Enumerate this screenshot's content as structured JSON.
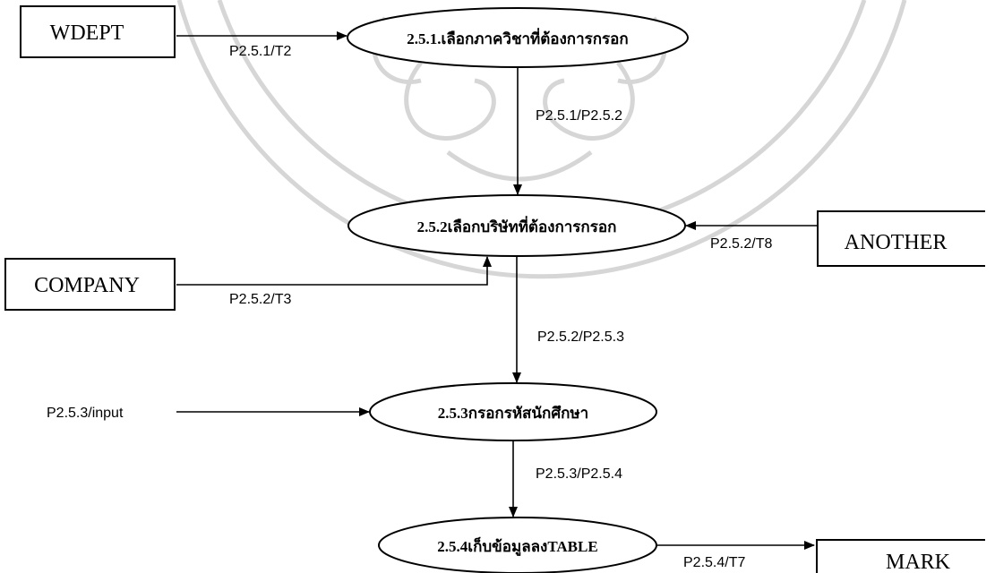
{
  "entities": {
    "wdept": "WDEPT",
    "company": "COMPANY",
    "another": "ANOTHER",
    "mark": "MARK"
  },
  "processes": {
    "p251": "2.5.1.เลือกภาควิชาที่ต้องการกรอก",
    "p252": "2.5.2เลือกบริษัทที่ต้องการกรอก",
    "p253": "2.5.3กรอกรหัสนักศึกษา",
    "p254": "2.5.4เก็บข้อมูลลงTABLE"
  },
  "flows": {
    "wdept_to_p251": "P2.5.1/T2",
    "p251_to_p252": "P2.5.1/P2.5.2",
    "another_to_p252": "P2.5.2/T8",
    "company_to_p252": "P2.5.2/T3",
    "p252_to_p253": "P2.5.2/P2.5.3",
    "input_to_p253": "P2.5.3/input",
    "p253_to_p254": "P2.5.3/P2.5.4",
    "p254_to_mark": "P2.5.4/T7"
  },
  "colors": {
    "stroke": "#000000",
    "watermark": "#d6d6d6"
  }
}
